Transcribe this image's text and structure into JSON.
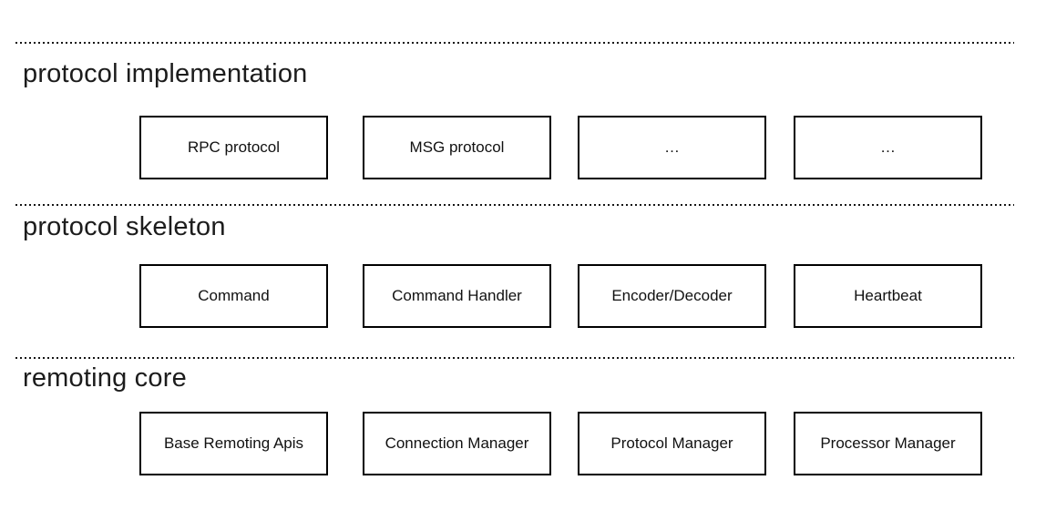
{
  "diagram": {
    "colors": {
      "background": "#ffffff",
      "box_border": "#000000",
      "text": "#111111",
      "divider": "#161616"
    },
    "sections": [
      {
        "title": "protocol implementation",
        "boxes": [
          "RPC protocol",
          "MSG protocol",
          "…",
          "…"
        ]
      },
      {
        "title": "protocol skeleton",
        "boxes": [
          "Command",
          "Command Handler",
          "Encoder/Decoder",
          "Heartbeat"
        ]
      },
      {
        "title": "remoting core",
        "boxes": [
          "Base Remoting Apis",
          "Connection Manager",
          "Protocol Manager",
          "Processor Manager"
        ]
      }
    ]
  }
}
